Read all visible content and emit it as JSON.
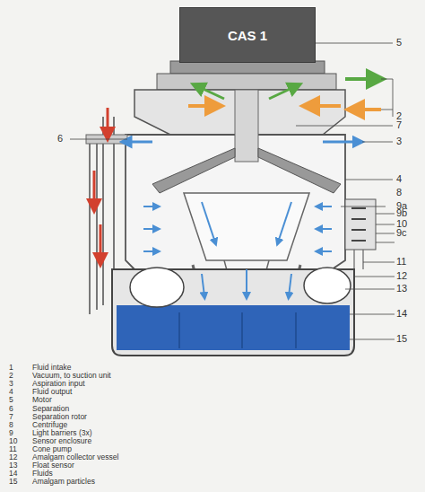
{
  "diagram": {
    "nodes": [
      {
        "text": [
          "CAS 1"
        ]
      }
    ],
    "labels": [
      "5",
      "2",
      "7",
      "3",
      "6",
      "4",
      "8",
      "9a",
      "9b",
      "10",
      "9c",
      "11",
      "12",
      "13",
      "14",
      "15",
      "1",
      "Fluid intake",
      "2",
      "Vacuum, to suction unit",
      "3",
      "Aspiration input",
      "4",
      "Fluid output",
      "5",
      "Motor",
      "6",
      "Separation",
      "7",
      "Separation rotor",
      "8",
      "Centrifuge",
      "9",
      "Light barriers (3x)",
      "10",
      "Sensor enclosure",
      "11",
      "Cone pump",
      "12",
      "Amalgam collector vessel",
      "13",
      "Float sensor",
      "14",
      "Fluids",
      "15",
      "Amalgam particles"
    ]
  }
}
